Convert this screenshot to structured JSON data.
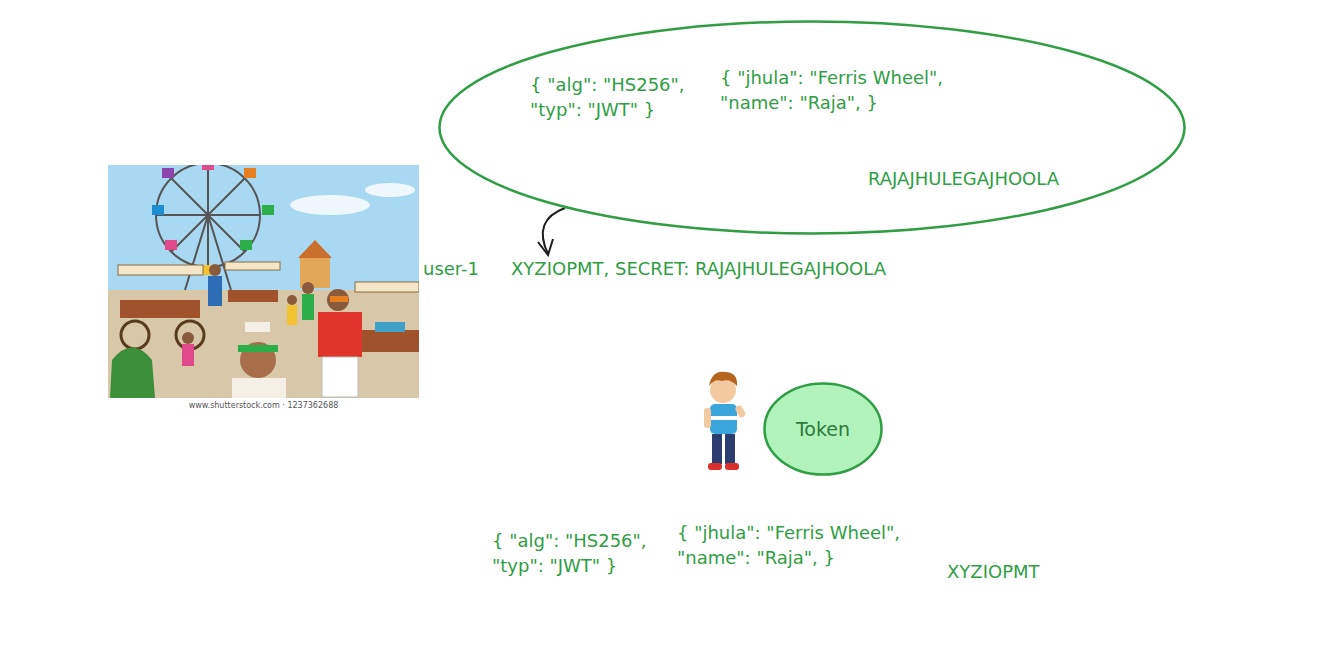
{
  "diagram": {
    "nodes": [
      {
        "text": [
          "{ \"alg\": \"HS256\", \"typ\": \"JWT\" }",
          "{ \"jhula\": \"Ferris Wheel\", \"name\": \"Raja\", }",
          "RAJAJHULEGAJHOOLA"
        ]
      },
      {
        "text": [
          "Token"
        ]
      }
    ],
    "labels": [
      "www.shutterstock.com · 1237362688",
      "user-1",
      "XYZIOPMT, SECRET: RAJAJHULEGAJHOOLA",
      "{ \"alg\": \"HS256\", \"typ\": \"JWT\" }",
      "{ \"jhula\": \"Ferris Wheel\", \"name\": \"Raja\", }",
      "XYZIOPMT"
    ]
  }
}
